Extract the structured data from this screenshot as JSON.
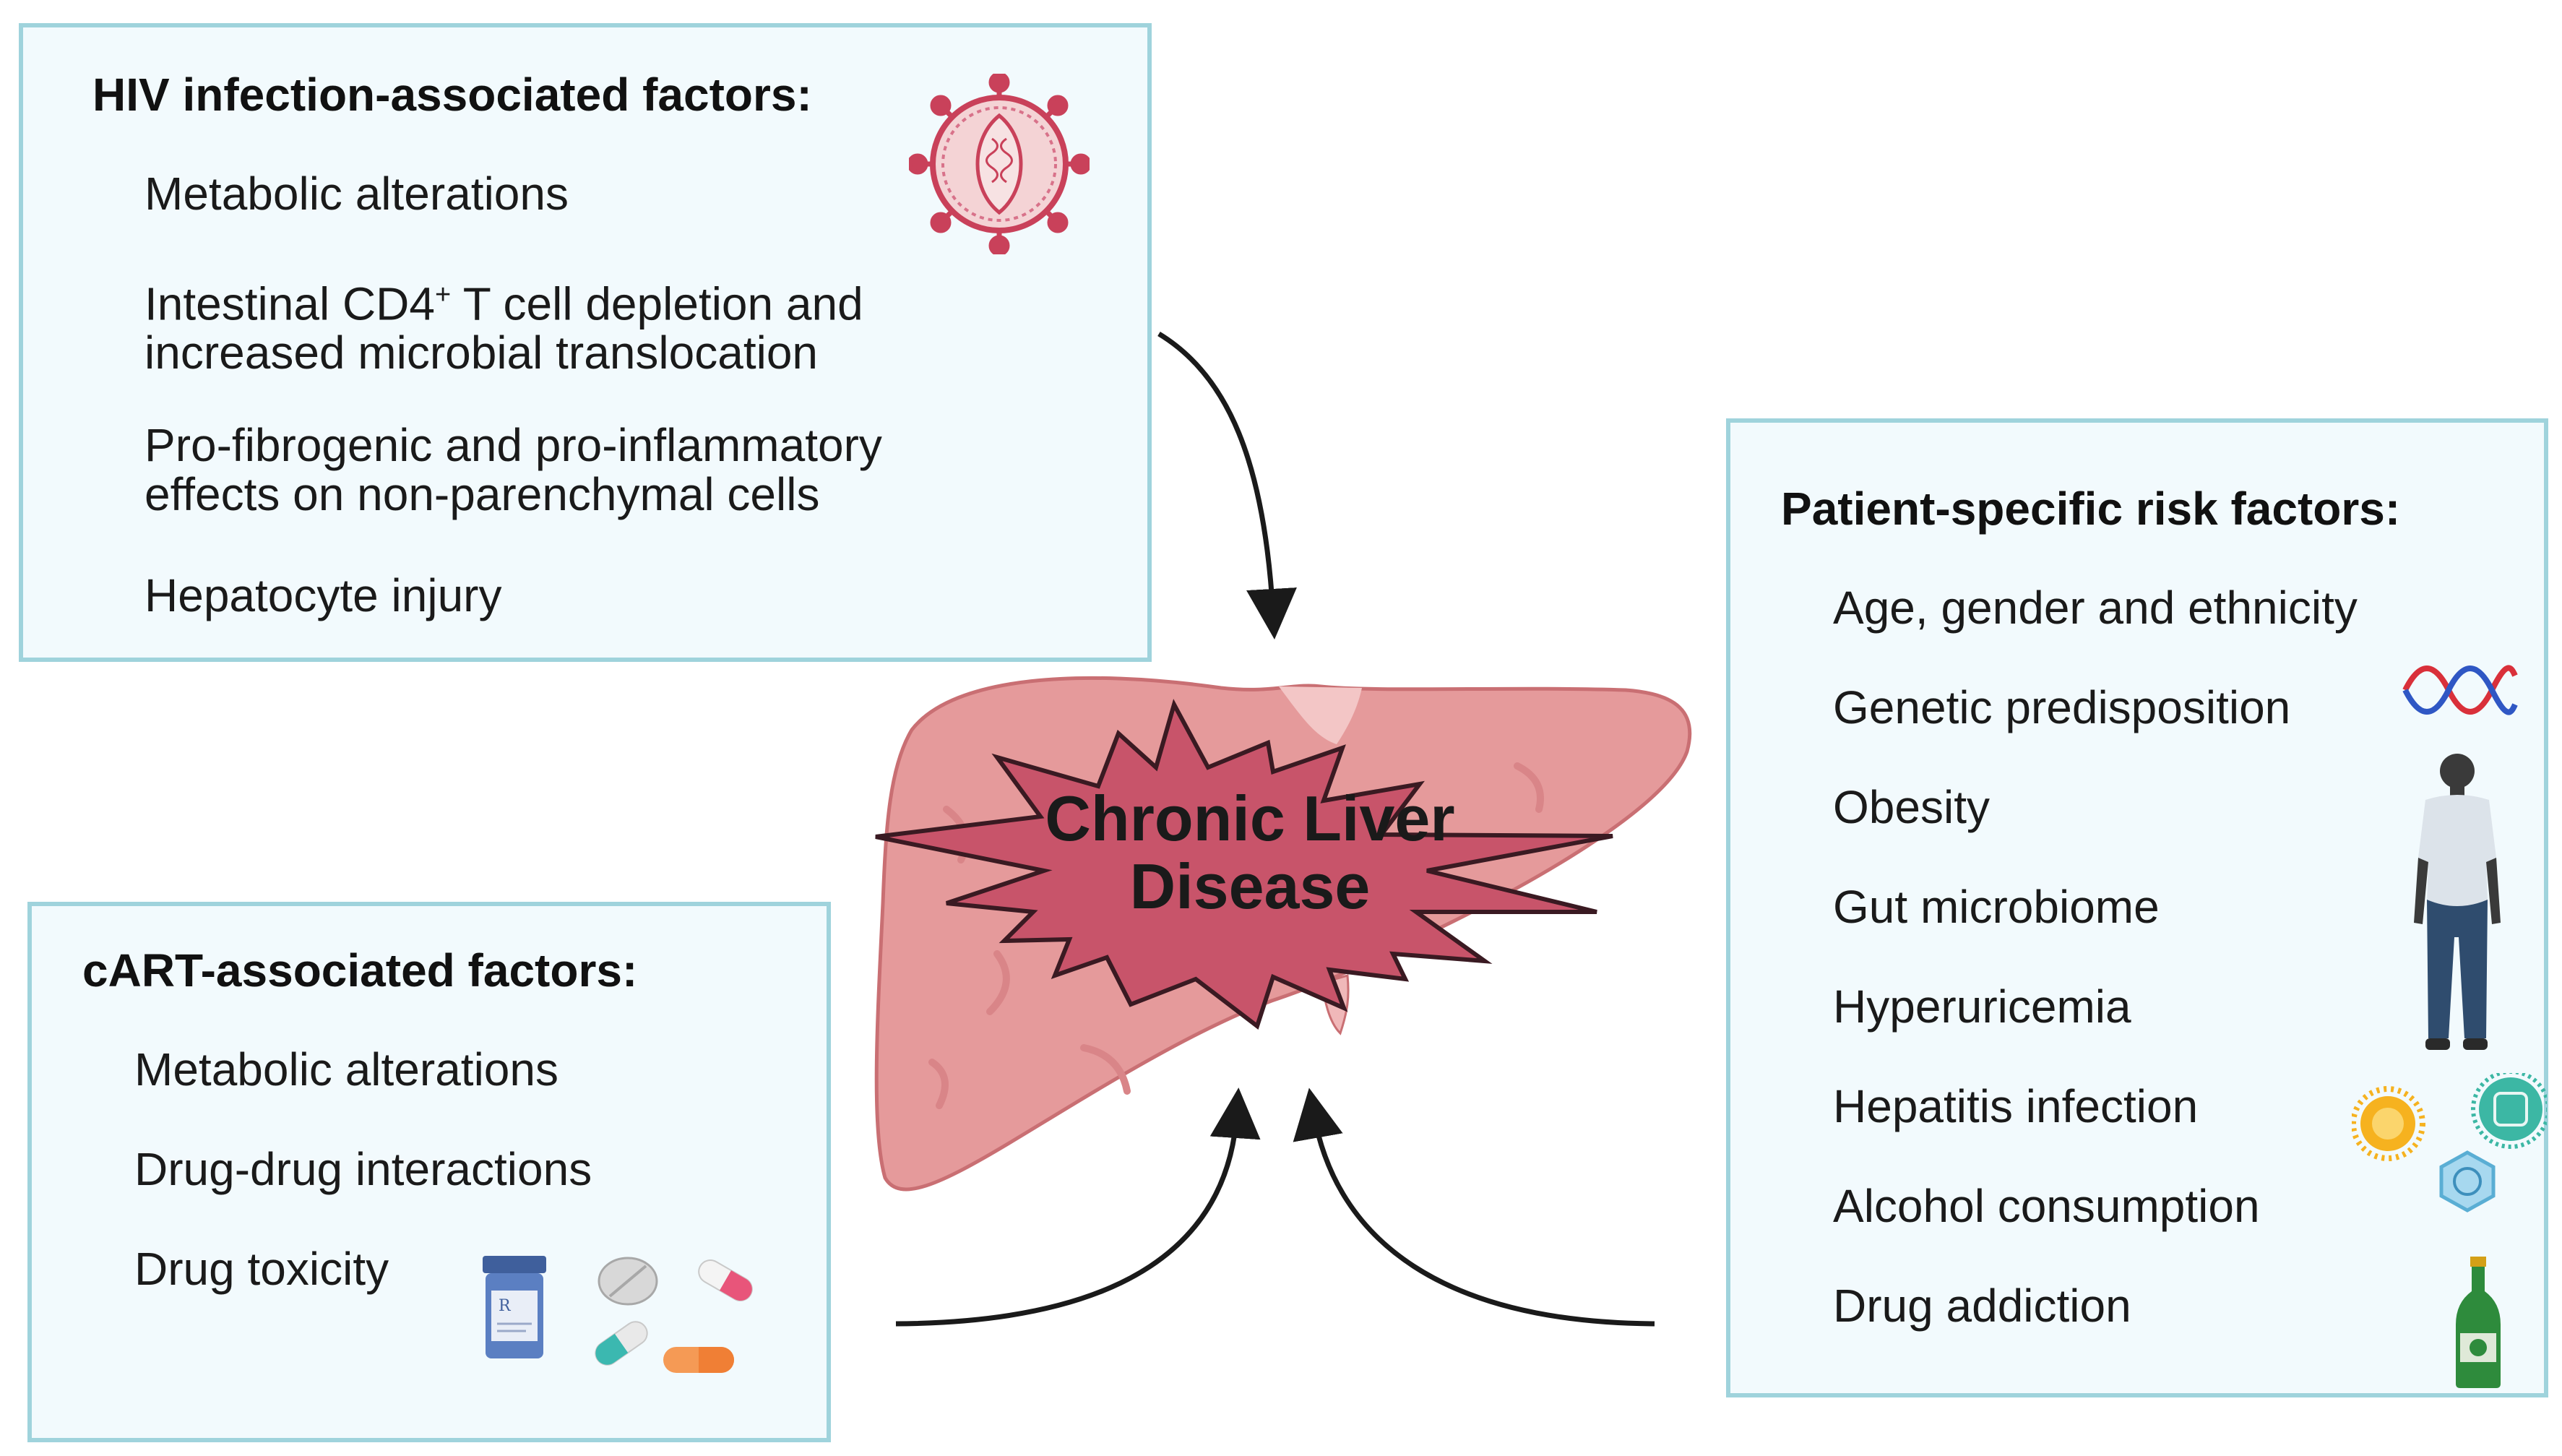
{
  "hiv_factors": {
    "title": "HIV infection-associated factors:",
    "items": [
      {
        "line1": "Metabolic alterations",
        "line2": ""
      },
      {
        "line1": "Intestinal CD4",
        "sup": "+",
        "line1_rest": " T cell depletion and",
        "line2": "increased microbial translocation"
      },
      {
        "line1": "Pro-fibrogenic and pro-inflammatory",
        "line2": "effects on non-parenchymal cells"
      },
      {
        "line1": "Hepatocyte injury",
        "line2": ""
      }
    ],
    "icon": "hiv-virus-icon"
  },
  "cart_factors": {
    "title": "cART-associated factors:",
    "items": [
      "Metabolic alterations",
      "Drug-drug interactions",
      "Drug toxicity"
    ],
    "icons": [
      "pill-bottle-icon",
      "tablet-icon",
      "capsule-icon"
    ]
  },
  "patient_factors": {
    "title": "Patient-specific risk factors:",
    "items": [
      "Age, gender and ethnicity",
      "Genetic predisposition",
      "Obesity",
      "Gut microbiome",
      "Hyperuricemia",
      "Hepatitis infection",
      "Alcohol consumption",
      "Drug addiction"
    ],
    "icons": [
      "dna-icon",
      "obese-person-icon",
      "hepatitis-virus-icon",
      "beer-bottle-icon"
    ]
  },
  "center": {
    "line1": "Chronic Liver",
    "line2": "Disease",
    "icon": "liver-icon"
  },
  "colors": {
    "box_border": "#9fd3dc",
    "box_fill": "#f2fafd",
    "liver": "#e59a9b",
    "star": "#c8546a",
    "arrow": "#1a1a1a"
  }
}
